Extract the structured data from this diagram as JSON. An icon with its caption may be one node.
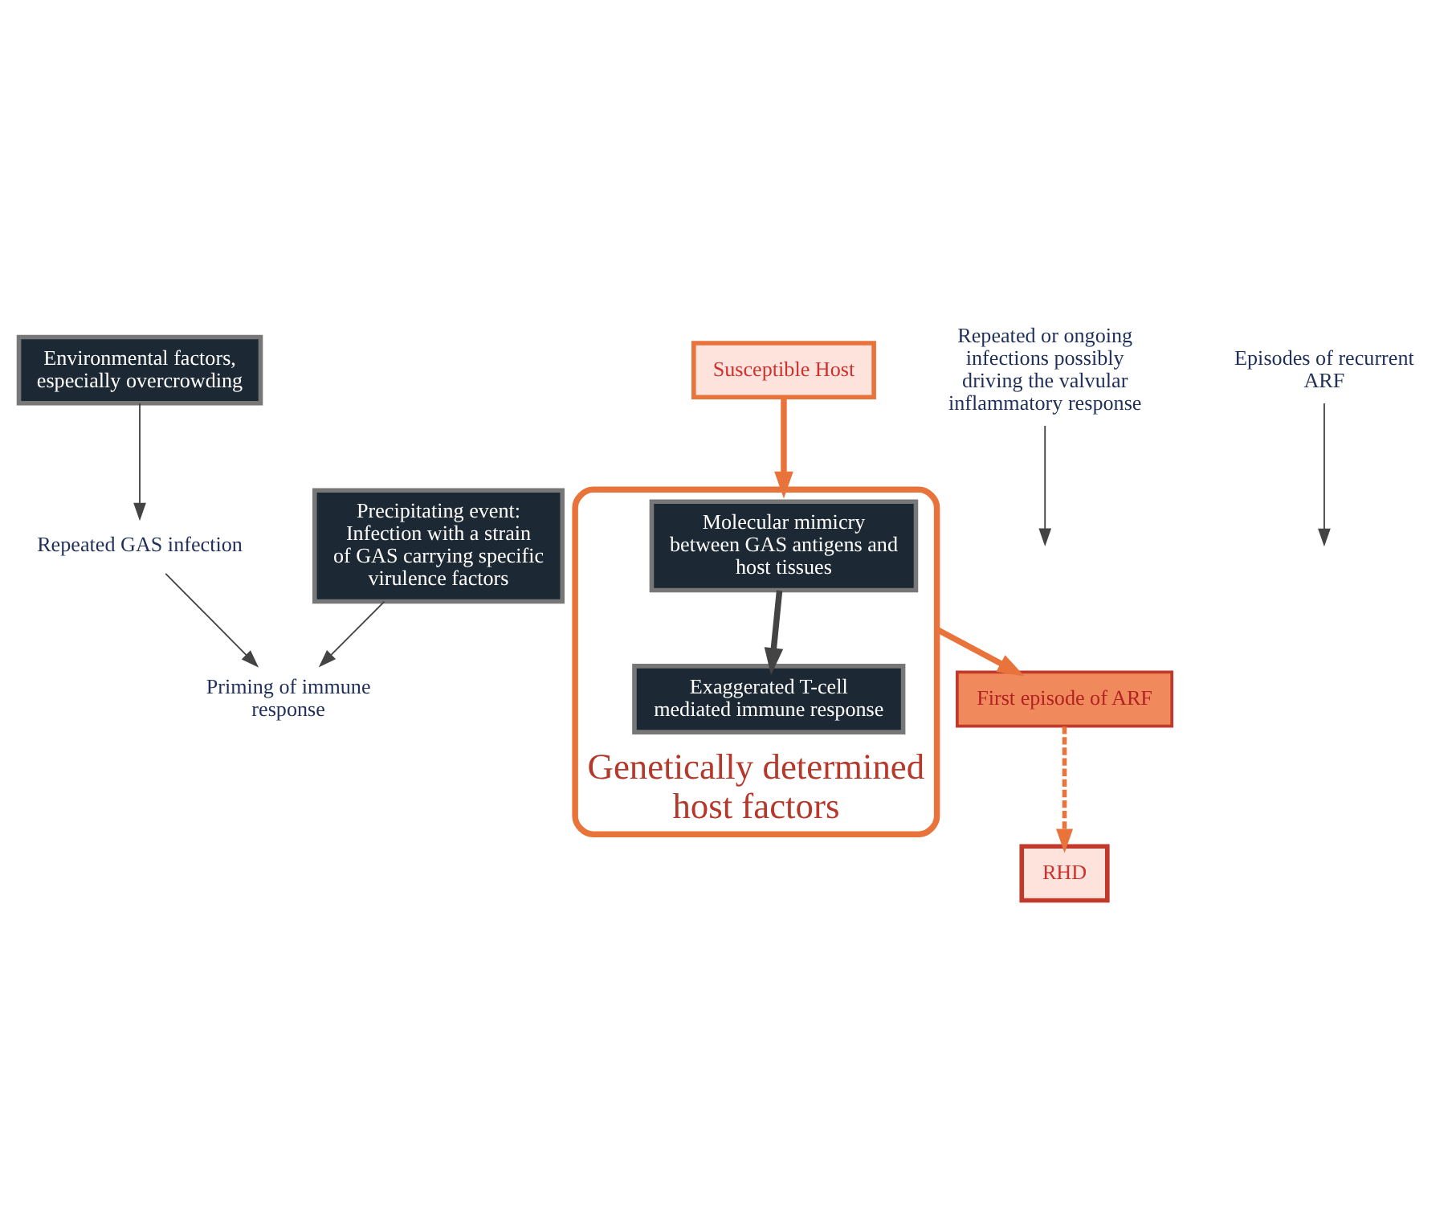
{
  "diagram": {
    "nodes": [
      {
        "text": [
          "Environmental factors, especially overcrowding"
        ]
      },
      {
        "text": [
          "Precipitating event: Infection with a strain of GAS carrying specific virulence factors"
        ]
      },
      {
        "text": [
          "Repeated GAS infection"
        ]
      },
      {
        "text": [
          "Susceptible Host"
        ]
      },
      {
        "text": [
          "Priming of immune response"
        ]
      },
      {
        "text": [
          "Genetically determined host factors"
        ]
      },
      {
        "text": [
          "Molecular mimicry between GAS antigens and host tissues"
        ],
        "in": 5
      },
      {
        "text": [
          "Exaggerated T-cell mediated immune response"
        ],
        "in": 5
      },
      {
        "text": [
          "First episode of ARF"
        ]
      },
      {
        "text": [
          "RHD"
        ]
      },
      {
        "text": [
          "Repeated or ongoing infections possibly driving the valvular inflammatory response"
        ]
      },
      {
        "text": [
          "Episodes of recurrent ARF"
        ]
      }
    ],
    "edges": [
      {
        "from": 0,
        "to": 2,
        "arrow": "to"
      },
      {
        "from": 1,
        "to": 4,
        "arrow": "to"
      },
      {
        "from": 2,
        "to": 4,
        "arrow": "to"
      },
      {
        "from": 3,
        "to": 5,
        "arrow": "to",
        "style": "thick",
        "color": "#e8743b"
      },
      {
        "from": 5,
        "to": 8,
        "arrow": "to",
        "style": "thick",
        "color": "#e8743b"
      },
      {
        "from": 6,
        "to": 7,
        "arrow": "to",
        "style": "thick"
      },
      {
        "from": 8,
        "to": 9,
        "arrow": "to",
        "style": "dashed",
        "color": "#e8743b"
      },
      {
        "from": 10,
        "to": null,
        "arrow": "to"
      },
      {
        "from": 11,
        "to": null,
        "arrow": "to"
      }
    ]
  }
}
